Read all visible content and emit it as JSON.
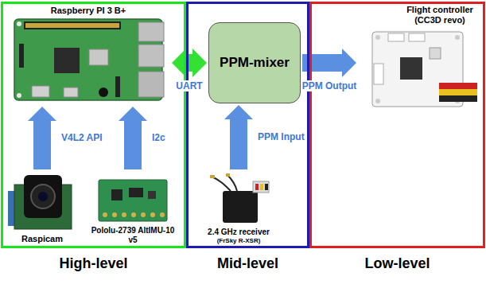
{
  "diagram": {
    "nodes": [
      {
        "text": [
          "High-level"
        ]
      },
      {
        "text": [
          "Raspberry PI 3 B+"
        ],
        "in": 0
      },
      {
        "text": [
          "Raspicam"
        ],
        "in": 0
      },
      {
        "text": [
          "Pololu-2739 AltIMU-10 v5"
        ],
        "in": 0
      },
      {
        "text": [
          "Mid-level"
        ]
      },
      {
        "text": [
          "PPM-mixer"
        ],
        "in": 4
      },
      {
        "text": [
          "2.4 GHz receiver",
          "(FrSky R-XSR)"
        ],
        "in": 4
      },
      {
        "text": [
          "Low-level"
        ]
      },
      {
        "text": [
          "Flight controller (CC3D revo)"
        ],
        "in": 7
      }
    ],
    "edges": [
      {
        "from": 2,
        "to": 1,
        "label": "V4L2 API",
        "arrow": "to"
      },
      {
        "from": 3,
        "to": 1,
        "label": "I2c",
        "arrow": "to"
      },
      {
        "from": 1,
        "to": 5,
        "label": "UART",
        "arrow": "both"
      },
      {
        "from": 6,
        "to": 5,
        "label": "PPM Input",
        "arrow": "to"
      },
      {
        "from": 5,
        "to": 8,
        "label": "PPM Output",
        "arrow": "to"
      }
    ]
  }
}
